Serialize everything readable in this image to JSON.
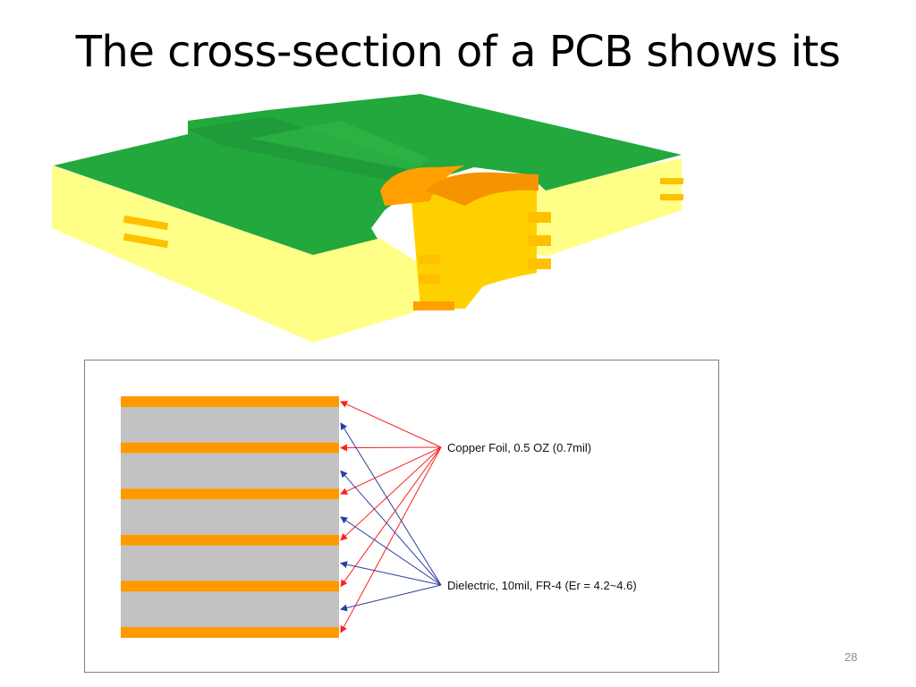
{
  "slide": {
    "title": "The cross-section of a PCB shows its",
    "page_number": "28"
  },
  "stackup": {
    "copper_label": "Copper Foil, 0.5 OZ (0.7mil)",
    "dielectric_label": "Dielectric, 10mil, FR-4 (Er = 4.2~4.6)",
    "copper_layer_count": 6,
    "dielectric_layer_count": 5
  },
  "colors": {
    "copper": "#ff9900",
    "dielectric": "#c2c2c2",
    "copper_arrow": "#ff1f1f",
    "dielectric_arrow": "#2b3f9e",
    "solder_mask": "#21a33a",
    "substrate": "#ffff88",
    "via": "#ffb300"
  }
}
